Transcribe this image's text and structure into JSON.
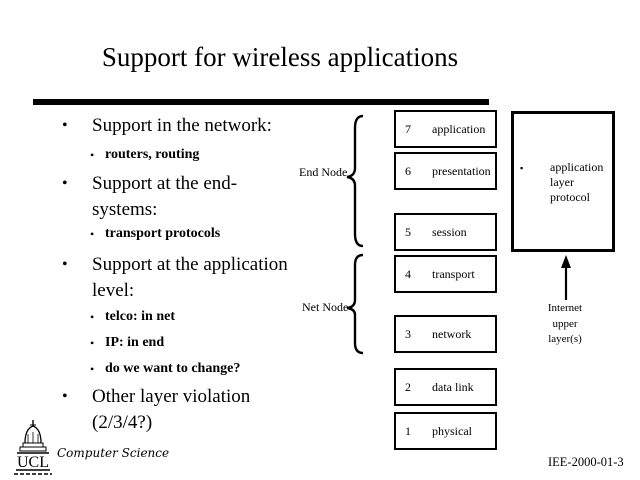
{
  "colors": {
    "ink": "#000000",
    "paper": "#ffffff"
  },
  "slide": {
    "title": "Support for wireless applications",
    "footer": "IEE-2000-01-3"
  },
  "bullets": {
    "marker": "•",
    "items": [
      {
        "lines": [
          "Support in the network:"
        ]
      },
      {
        "lines": [
          "routers, routing"
        ]
      },
      {
        "lines": [
          "Support at the end-",
          "systems:"
        ]
      },
      {
        "lines": [
          "transport protocols"
        ]
      },
      {
        "lines": [
          "Support at the application",
          "level:"
        ]
      },
      {
        "lines": [
          "telco: in net"
        ]
      },
      {
        "lines": [
          "IP: in end"
        ]
      },
      {
        "lines": [
          "do we want to change?"
        ]
      },
      {
        "lines": [
          "Other layer violation",
          "(2/3/4?)"
        ]
      }
    ]
  },
  "osi_stack": {
    "layers": [
      {
        "number": "7",
        "label": "application"
      },
      {
        "number": "6",
        "label": "presentation"
      },
      {
        "number": "5",
        "label": "session"
      },
      {
        "number": "4",
        "label": "transport"
      },
      {
        "number": "3",
        "label": "network"
      },
      {
        "number": "2",
        "label": "data link"
      },
      {
        "number": "1",
        "label": "physical"
      }
    ],
    "end_node_label": "End Node",
    "net_node_label": "Net Node"
  },
  "right_panel": {
    "marker": "▪",
    "box_lines": [
      "application",
      "layer",
      "protocol"
    ],
    "caption_lines": [
      "Internet",
      "upper",
      "layer(s)"
    ]
  },
  "logo": {
    "text": "UCL",
    "caption": "Computer Science"
  }
}
